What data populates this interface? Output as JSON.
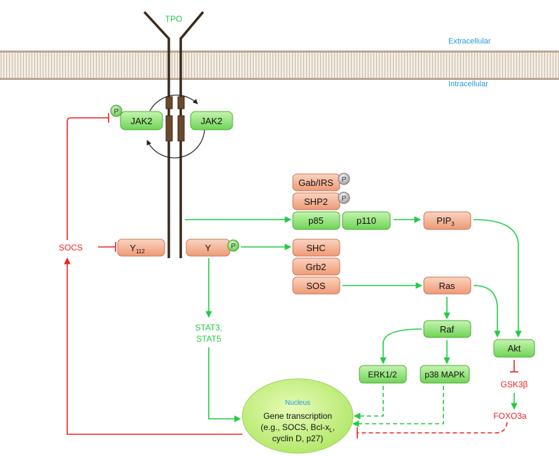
{
  "membrane": {
    "ligand": "TPO",
    "extracellular": "Extracellular",
    "intracellular": "Intracellular"
  },
  "phospho": "P",
  "kinases": {
    "left": "JAK2",
    "right": "JAK2"
  },
  "receptor": {
    "y112": "Y",
    "y112_sub": "112",
    "y_phospho": "Y"
  },
  "adapters": {
    "gab_irs": "Gab/IRS",
    "shp2": "SHP2",
    "p85": "p85",
    "p110": "p110",
    "pip3": "PIP",
    "pip3_sub": "3",
    "shc": "SHC",
    "grb2": "Grb2",
    "sos": "SOS",
    "ras": "Ras",
    "raf": "Raf",
    "erk": "ERK1/2",
    "p38": "p38 MAPK",
    "akt": "Akt"
  },
  "labels": {
    "socs": "SOCS",
    "stat_line1": "STAT3,",
    "stat_line2": "STAT5",
    "gsk": "GSK3β",
    "foxo": "FOXO3a"
  },
  "nucleus": {
    "title": "Nucleus",
    "line1": "Gene transcription",
    "line2a": "(e.g., SOCS, Bcl-x",
    "line2_sub": "L",
    "line2b": ",",
    "line3": "cyclin D, p27)"
  },
  "colors": {
    "green": "#22cc44",
    "red": "#ee2222",
    "blue": "#2299dd",
    "box_green": "#8fe37a",
    "box_orange": "#f2a98a",
    "nucleus": "#c8ef8a"
  }
}
